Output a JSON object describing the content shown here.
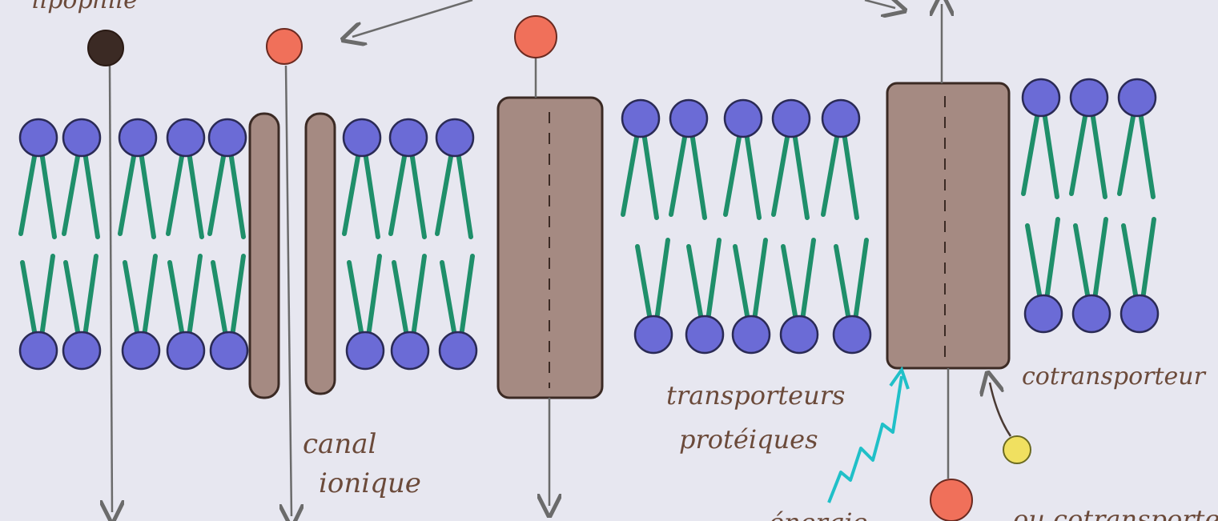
{
  "labels": {
    "top_left": "lipophile",
    "canal": [
      "canal",
      "ionique"
    ],
    "transporteurs": [
      "transporteurs",
      "protéiques"
    ],
    "cotransporteur": "cotransporteur",
    "energie": "énergie",
    "ou_cotransport": "ou cotransporteur"
  },
  "colors": {
    "background": "#e7e7f0",
    "lipid_head": "#6b6bd6",
    "lipid_head_outline": "#2a2a55",
    "lipid_tail": "#1f8f6a",
    "protein_fill": "#a58a82",
    "protein_outline": "#3b2a24",
    "molecule_red": "#f0705a",
    "molecule_dark": "#3b2a24",
    "molecule_yellow": "#f0e060",
    "energy_squiggle": "#20c0c8",
    "arrow": "#6b6b6b",
    "text": "#6b4a3a"
  }
}
